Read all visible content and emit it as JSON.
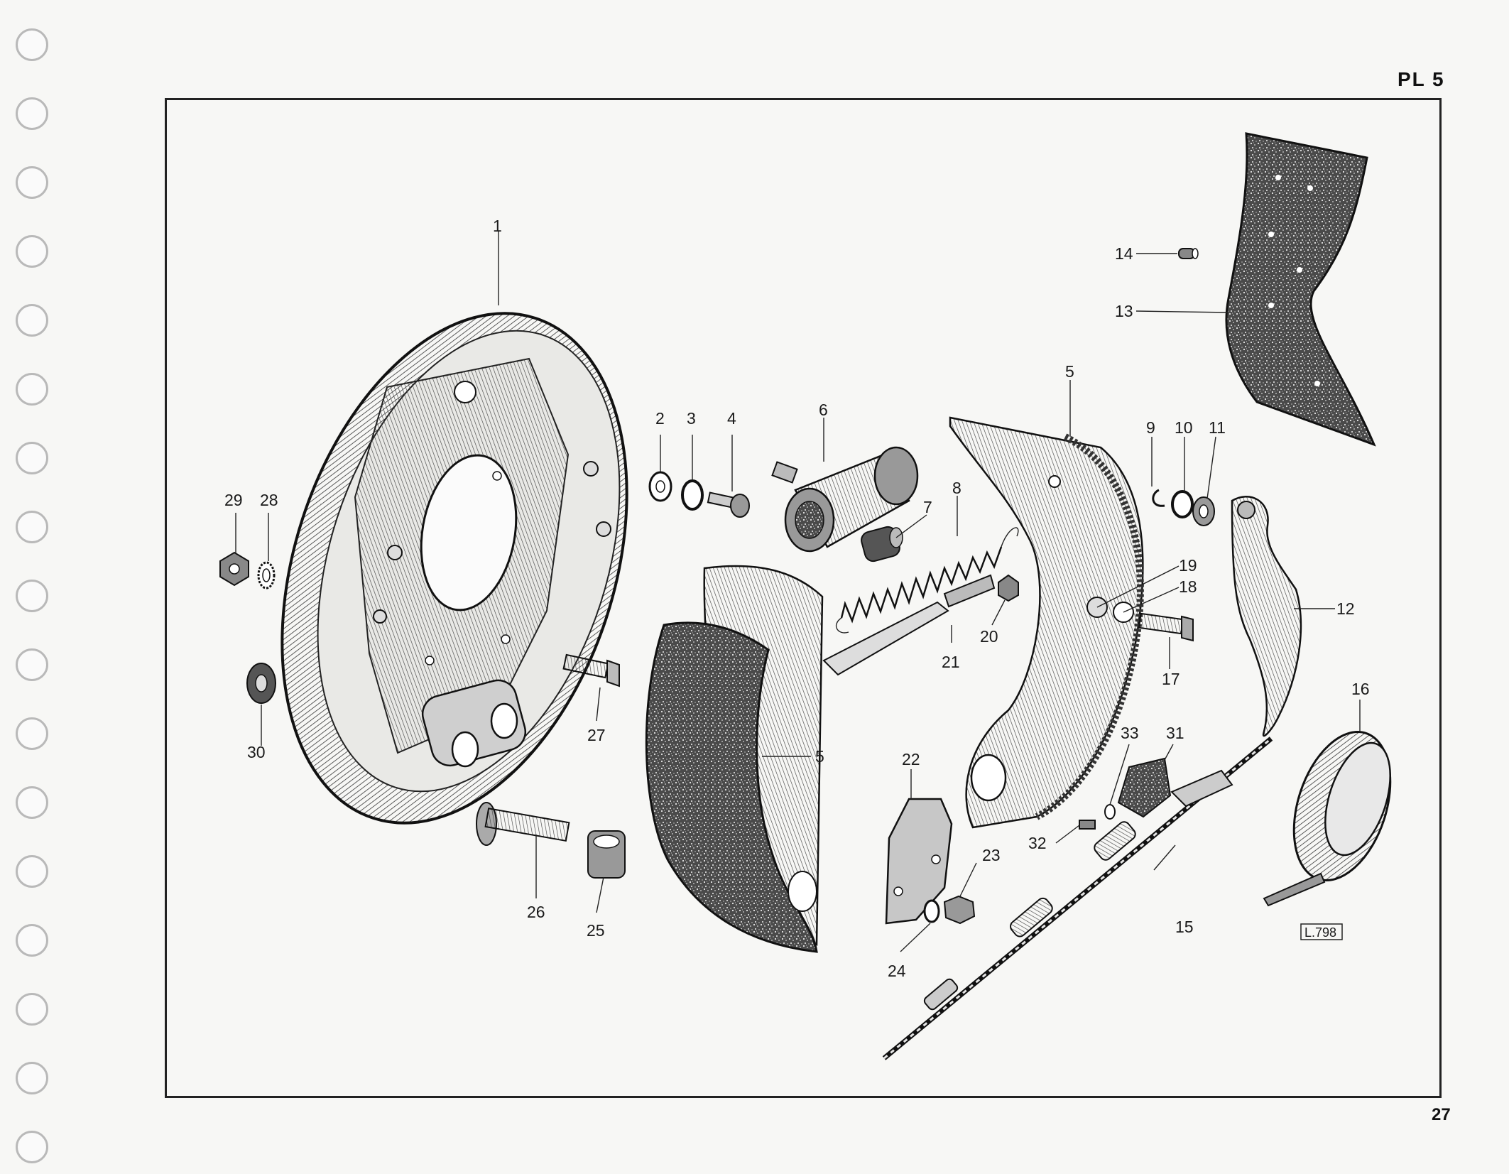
{
  "plate": {
    "title": "PL 5",
    "page_number": "27",
    "drawing_ref": "L.798"
  },
  "callouts": {
    "c1": "1",
    "c2": "2",
    "c3": "3",
    "c4": "4",
    "c5a": "5",
    "c5b": "5",
    "c6": "6",
    "c7": "7",
    "c8": "8",
    "c9": "9",
    "c10": "10",
    "c11": "11",
    "c12": "12",
    "c13": "13",
    "c14": "14",
    "c15": "15",
    "c16": "16",
    "c17": "17",
    "c18": "18",
    "c19": "19",
    "c20": "20",
    "c21": "21",
    "c22": "22",
    "c23": "23",
    "c24": "24",
    "c25": "25",
    "c26": "26",
    "c27": "27",
    "c28": "28",
    "c29": "29",
    "c30": "30",
    "c31": "31",
    "c32": "32",
    "c33": "33"
  }
}
